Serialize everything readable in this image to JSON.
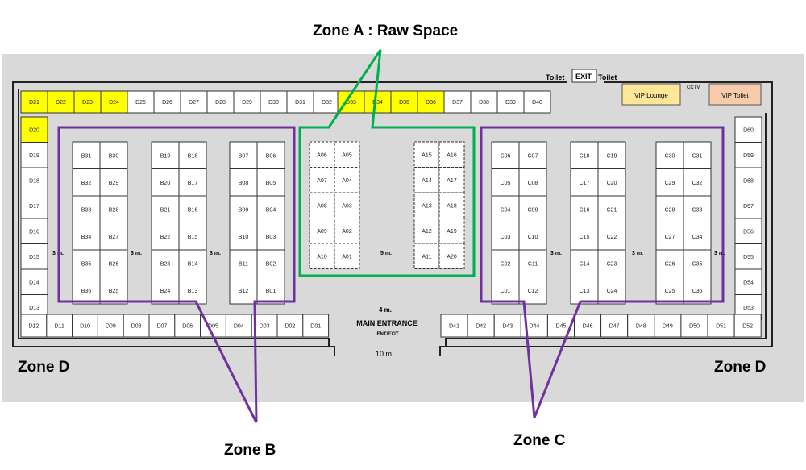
{
  "annotations": {
    "zone_a": "Zone A : Raw Space",
    "zone_b": "Zone B",
    "zone_c": "Zone C",
    "zone_d_left": "Zone D",
    "zone_d_right": "Zone D"
  },
  "facilities": {
    "toilet_left": "Toilet",
    "exit": "EXIT",
    "toilet_right": "Toilet",
    "cctv": "CCTV",
    "vip_lounge": "VIP Lounge",
    "vip_toilet": "VIP Toilet"
  },
  "entrance": {
    "title": "MAIN ENTRANCE",
    "subtitle": "ENT/EXIT",
    "aisle_width": "4 m.",
    "outside_width": "10 m."
  },
  "aisles": {
    "narrow": "3 m.",
    "center": "5 m."
  },
  "colors": {
    "hall_background": "#d9d9d9",
    "booth_fill": "#ffffff",
    "booth_sold": "#ffff00",
    "vip_lounge": "#ffe699",
    "vip_toilet": "#f8cbad",
    "zone_a_outline": "#00b050",
    "zone_bc_outline": "#7030a0"
  },
  "booths": {
    "zone_d_top": [
      "D21",
      "D22",
      "D23",
      "D24",
      "D25",
      "D26",
      "D27",
      "D28",
      "D29",
      "D30",
      "D31",
      "D32",
      "D33",
      "D34",
      "D35",
      "D36",
      "D37",
      "D38",
      "D39",
      "D40"
    ],
    "zone_d_top_sold": [
      "D21",
      "D22",
      "D23",
      "D24",
      "D33",
      "D34",
      "D35",
      "D36"
    ],
    "zone_d_left": [
      "D20",
      "D19",
      "D18",
      "D17",
      "D16",
      "D15",
      "D14",
      "D13"
    ],
    "zone_d_left_sold": [
      "D20"
    ],
    "zone_d_right": [
      "D60",
      "D59",
      "D58",
      "D57",
      "D56",
      "D55",
      "D54",
      "D53"
    ],
    "zone_d_bottom_left": [
      "D12",
      "D11",
      "D10",
      "D09",
      "D08",
      "D07",
      "D06",
      "D05",
      "D04",
      "D03",
      "D02",
      "D01"
    ],
    "zone_d_bottom_right": [
      "D41",
      "D42",
      "D43",
      "D44",
      "D45",
      "D46",
      "D47",
      "D48",
      "D49",
      "D50",
      "D51",
      "D52"
    ],
    "zone_b": [
      [
        "B31",
        "B30"
      ],
      [
        "B32",
        "B29"
      ],
      [
        "B33",
        "B28"
      ],
      [
        "B34",
        "B27"
      ],
      [
        "B35",
        "B26"
      ],
      [
        "B36",
        "B25"
      ],
      [
        "B19",
        "B18"
      ],
      [
        "B20",
        "B17"
      ],
      [
        "B21",
        "B16"
      ],
      [
        "B22",
        "B15"
      ],
      [
        "B23",
        "B14"
      ],
      [
        "B24",
        "B13"
      ],
      [
        "B07",
        "B06"
      ],
      [
        "B08",
        "B05"
      ],
      [
        "B09",
        "B04"
      ],
      [
        "B10",
        "B03"
      ],
      [
        "B11",
        "B02"
      ],
      [
        "B12",
        "B01"
      ]
    ],
    "zone_a": [
      [
        "A06",
        "A05"
      ],
      [
        "A07",
        "A04"
      ],
      [
        "A08",
        "A03"
      ],
      [
        "A09",
        "A02"
      ],
      [
        "A10",
        "A01"
      ],
      [
        "A15",
        "A16"
      ],
      [
        "A14",
        "A17"
      ],
      [
        "A13",
        "A18"
      ],
      [
        "A12",
        "A19"
      ],
      [
        "A11",
        "A20"
      ]
    ],
    "zone_c": [
      [
        "C06",
        "C07"
      ],
      [
        "C05",
        "C08"
      ],
      [
        "C04",
        "C09"
      ],
      [
        "C03",
        "C10"
      ],
      [
        "C02",
        "C11"
      ],
      [
        "C01",
        "C12"
      ],
      [
        "C18",
        "C19"
      ],
      [
        "C17",
        "C20"
      ],
      [
        "C16",
        "C21"
      ],
      [
        "C15",
        "C22"
      ],
      [
        "C14",
        "C23"
      ],
      [
        "C13",
        "C24"
      ],
      [
        "C30",
        "C31"
      ],
      [
        "C29",
        "C32"
      ],
      [
        "C28",
        "C33"
      ],
      [
        "C27",
        "C34"
      ],
      [
        "C26",
        "C35"
      ],
      [
        "C25",
        "C36"
      ]
    ]
  }
}
